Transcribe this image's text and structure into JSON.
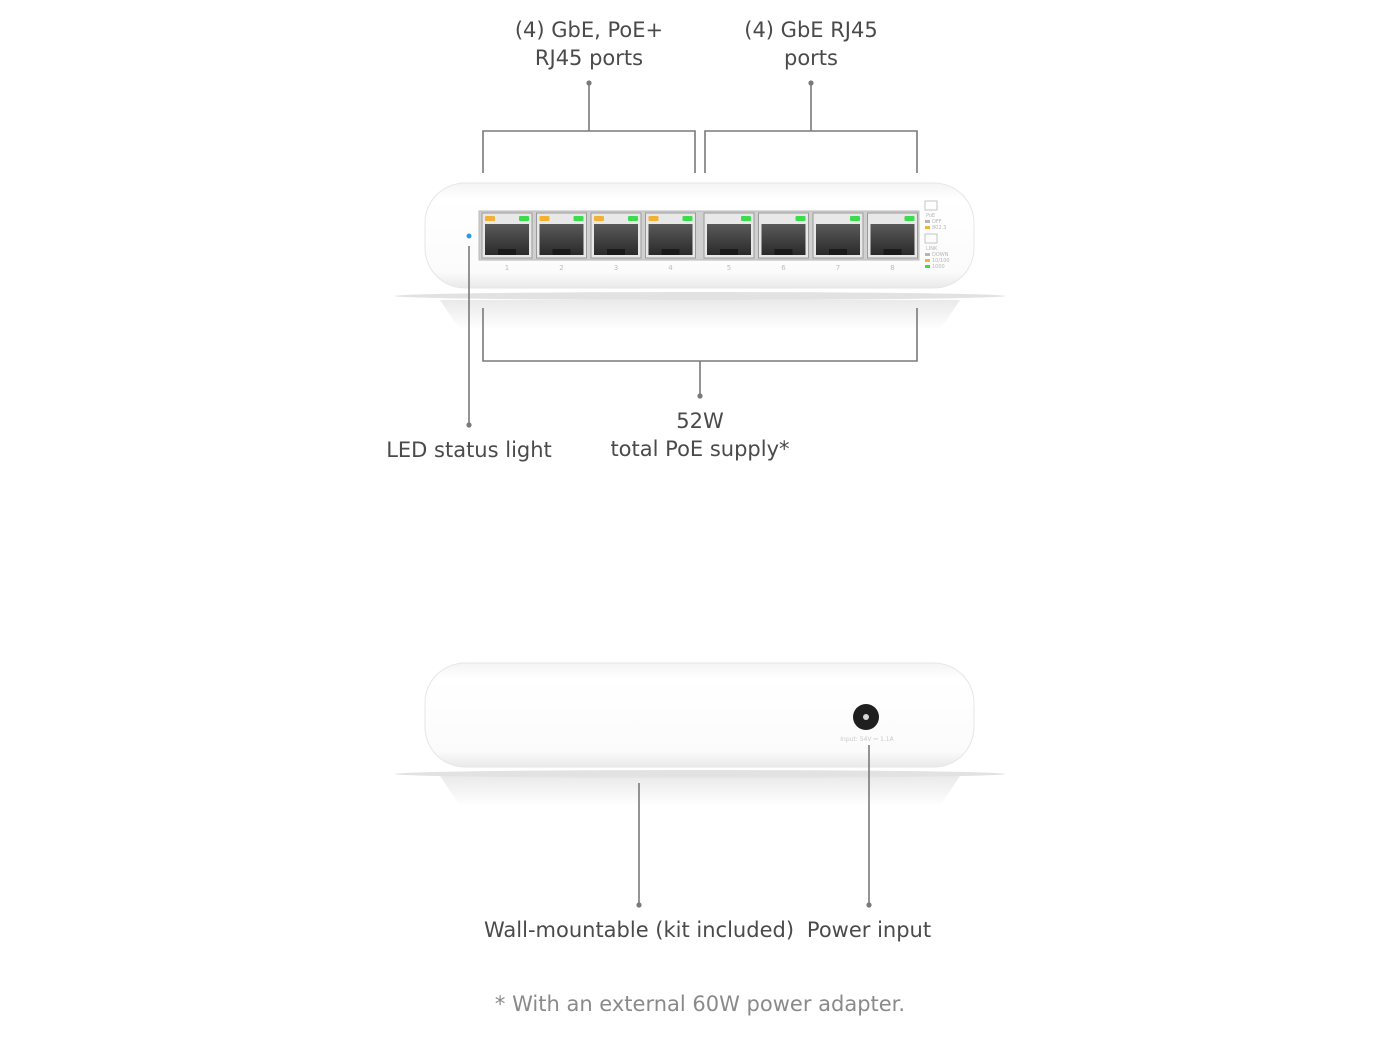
{
  "callouts": {
    "poe_ports": {
      "line1": "(4) GbE, PoE+",
      "line2": "RJ45 ports"
    },
    "gbe_ports": {
      "line1": "(4) GbE RJ45",
      "line2": "ports"
    },
    "led_status": "LED status light",
    "poe_supply": {
      "line1": "52W",
      "line2": "total PoE supply*"
    },
    "wall_mount": "Wall-mountable (kit included)",
    "power_input": "Power input"
  },
  "front_panel": {
    "port_numbers": [
      "1",
      "2",
      "3",
      "4",
      "5",
      "6",
      "7",
      "8"
    ],
    "poe_port_count": 4,
    "legend": {
      "poe_header": "PoE",
      "poe_items": [
        "OFF",
        "802.3"
      ],
      "link_header": "LINK",
      "link_items": [
        "DOWN",
        "10/100",
        "1000"
      ]
    }
  },
  "rear_panel": {
    "power_rating": "Input: 54V ⎓ 1.1A"
  },
  "footnote": "* With an external 60W power adapter.",
  "colors": {
    "callout_text": "#4a4a4a",
    "callout_line": "#7a7a7a",
    "footnote_text": "#8a8a8a",
    "device_body": "#ffffff",
    "led_amber": "#f2b133",
    "led_green": "#3ddc4e",
    "status_led": "#2b9be8"
  }
}
